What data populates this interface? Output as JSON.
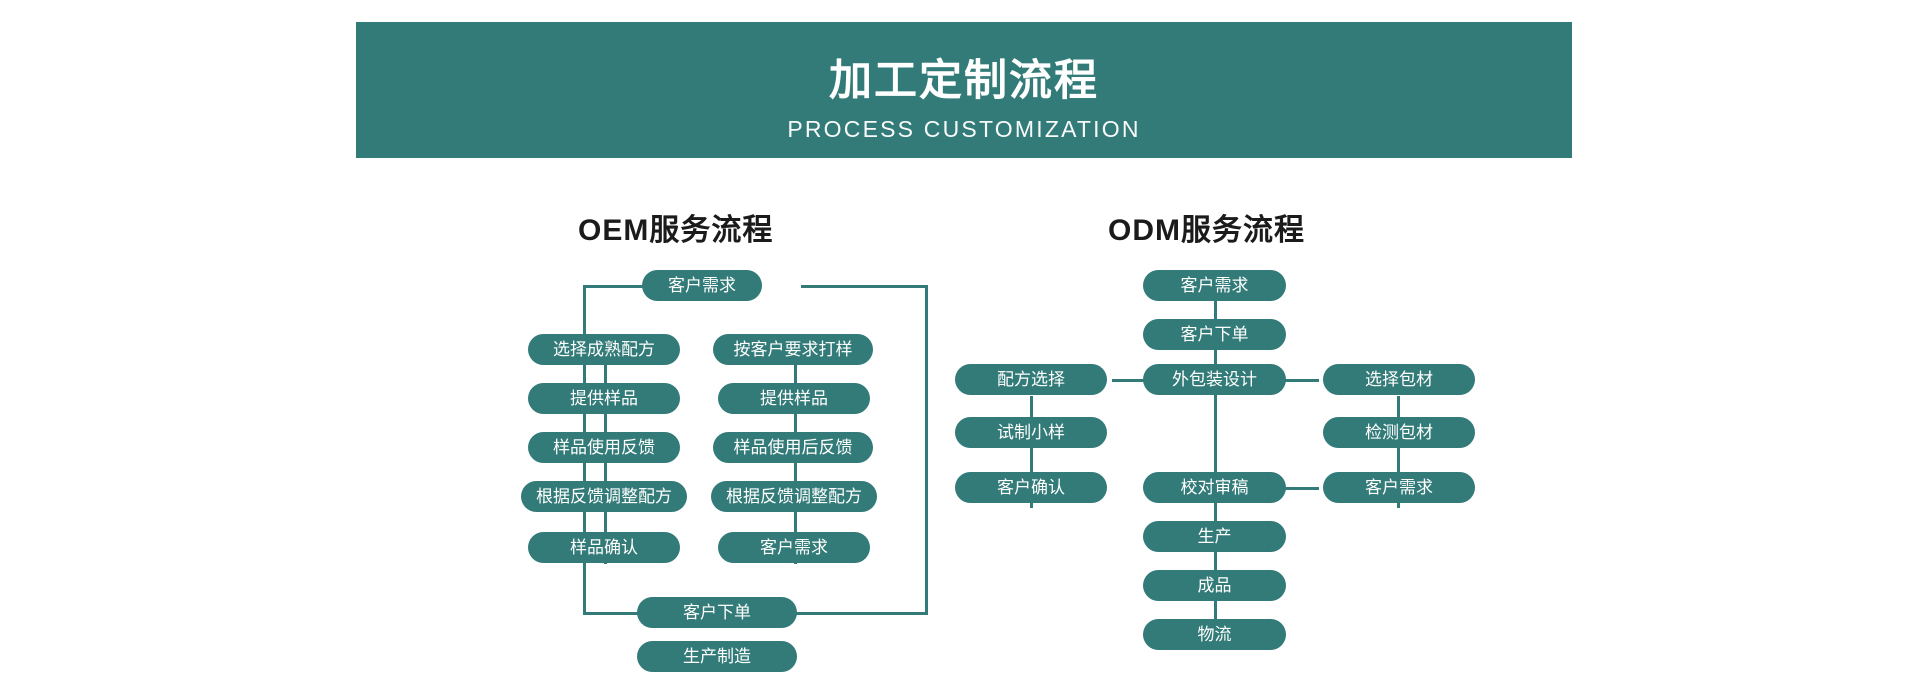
{
  "banner": {
    "title": "加工定制流程",
    "subtitle": "PROCESS CUSTOMIZATION",
    "bg_color": "#327B78",
    "text_color": "#FFFFFF"
  },
  "theme": {
    "node_color": "#327B78",
    "line_color": "#327B78",
    "page_bg": "#FFFFFF",
    "title_color": "#1B1B1B"
  },
  "oem": {
    "title": "OEM服务流程",
    "root": "客户需求",
    "left_branch": [
      "选择成熟配方",
      "提供样品",
      "样品使用反馈",
      "根据反馈调整配方",
      "样品确认"
    ],
    "right_branch": [
      "按客户要求打样",
      "提供样品",
      "样品使用后反馈",
      "根据反馈调整配方",
      "客户需求"
    ],
    "merge": "客户下单",
    "final": "生产制造"
  },
  "odm": {
    "title": "ODM服务流程",
    "center_top": [
      "客户需求",
      "客户下单",
      "外包装设计"
    ],
    "left_branch": [
      "配方选择",
      "试制小样",
      "客户确认"
    ],
    "right_branch": [
      "选择包材",
      "检测包材",
      "客户需求"
    ],
    "center_bottom": [
      "校对审稿",
      "生产",
      "成品",
      "物流"
    ]
  },
  "chart_data": {
    "type": "diagram",
    "title": "加工定制流程 / PROCESS CUSTOMIZATION",
    "flows": [
      {
        "name": "OEM服务流程",
        "nodes": [
          "客户需求",
          "选择成熟配方",
          "提供样品",
          "样品使用反馈",
          "根据反馈调整配方",
          "样品确认",
          "按客户要求打样",
          "提供样品",
          "样品使用后反馈",
          "根据反馈调整配方",
          "客户需求",
          "客户下单",
          "生产制造"
        ],
        "structure": "root splits into two parallel branches (left & right), both merge into 客户下单 then 生产制造"
      },
      {
        "name": "ODM服务流程",
        "nodes": [
          "客户需求",
          "客户下单",
          "外包装设计",
          "配方选择",
          "试制小样",
          "客户确认",
          "选择包材",
          "检测包材",
          "客户需求",
          "校对审稿",
          "生产",
          "成品",
          "物流"
        ],
        "structure": "center chain 客户需求→客户下单→外包装设计; 外包装设计 branches left to 配方选择→试制小样→客户确认 and right to 选择包材→检测包材→客户需求; center continues 校对审稿→生产→成品→物流; 校对审稿 links right to 客户需求"
      }
    ]
  }
}
